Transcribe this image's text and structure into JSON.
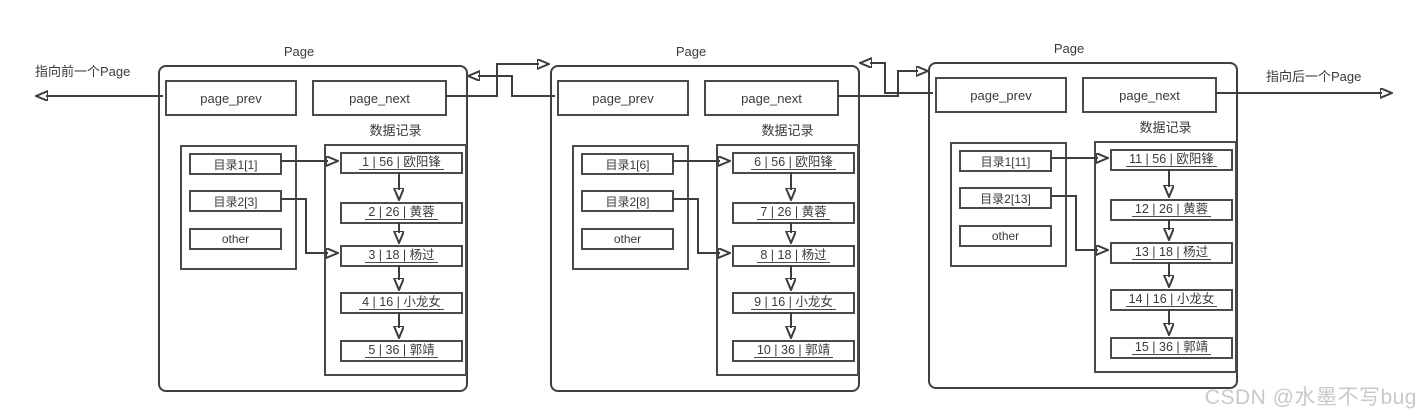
{
  "diagram": {
    "left_arrow_label": "指向前一个Page",
    "right_arrow_label": "指向后一个Page",
    "watermark": "CSDN @水墨不写bug",
    "colors": {
      "line": "#3d3d3d",
      "box_border": "#4a4a4a",
      "text": "#3a3a3a",
      "watermark": "#c9c9c9"
    },
    "pages": [
      {
        "title": "Page",
        "page_prev_label": "page_prev",
        "page_next_label": "page_next",
        "records_title": "数据记录",
        "directory_entries": [
          "目录1[1]",
          "目录2[3]",
          "other"
        ],
        "records": [
          "1 | 56 | 欧阳锋",
          "2 | 26 | 黄蓉",
          "3 | 18 | 杨过",
          "4 | 16 | 小龙女",
          "5 | 36 | 郭靖"
        ]
      },
      {
        "title": "Page",
        "page_prev_label": "page_prev",
        "page_next_label": "page_next",
        "records_title": "数据记录",
        "directory_entries": [
          "目录1[6]",
          "目录2[8]",
          "other"
        ],
        "records": [
          "6 | 56 | 欧阳锋",
          "7 | 26 | 黄蓉",
          "8 | 18 | 杨过",
          "9 | 16 | 小龙女",
          "10 | 36 | 郭靖"
        ]
      },
      {
        "title": "Page",
        "page_prev_label": "page_prev",
        "page_next_label": "page_next",
        "records_title": "数据记录",
        "directory_entries": [
          "目录1[11]",
          "目录2[13]",
          "other"
        ],
        "records": [
          "11 | 56 | 欧阳锋",
          "12 | 26 | 黄蓉",
          "13 | 18 | 杨过",
          "14 | 16 | 小龙女",
          "15 | 36 | 郭靖"
        ]
      }
    ]
  }
}
